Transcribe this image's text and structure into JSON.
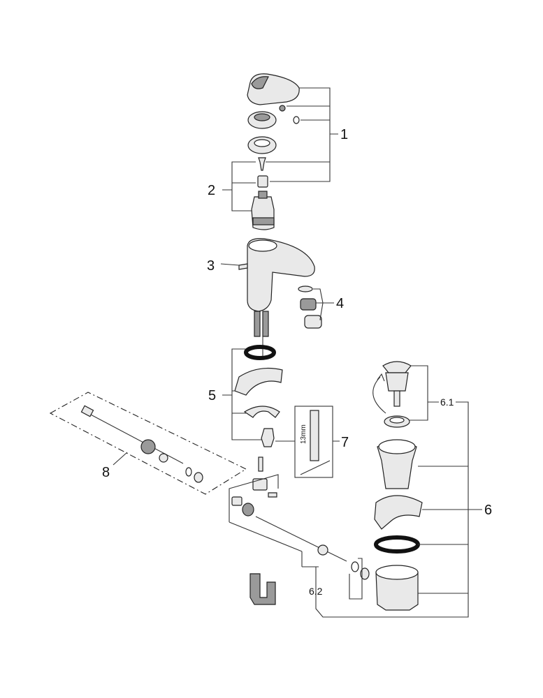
{
  "callouts": {
    "c1": "1",
    "c2": "2",
    "c3": "3",
    "c4": "4",
    "c5": "5",
    "c6": "6",
    "c6_1": "6.1",
    "c6_2": "6.2",
    "c7": "7",
    "c8": "8"
  },
  "tool_label": "13mm"
}
